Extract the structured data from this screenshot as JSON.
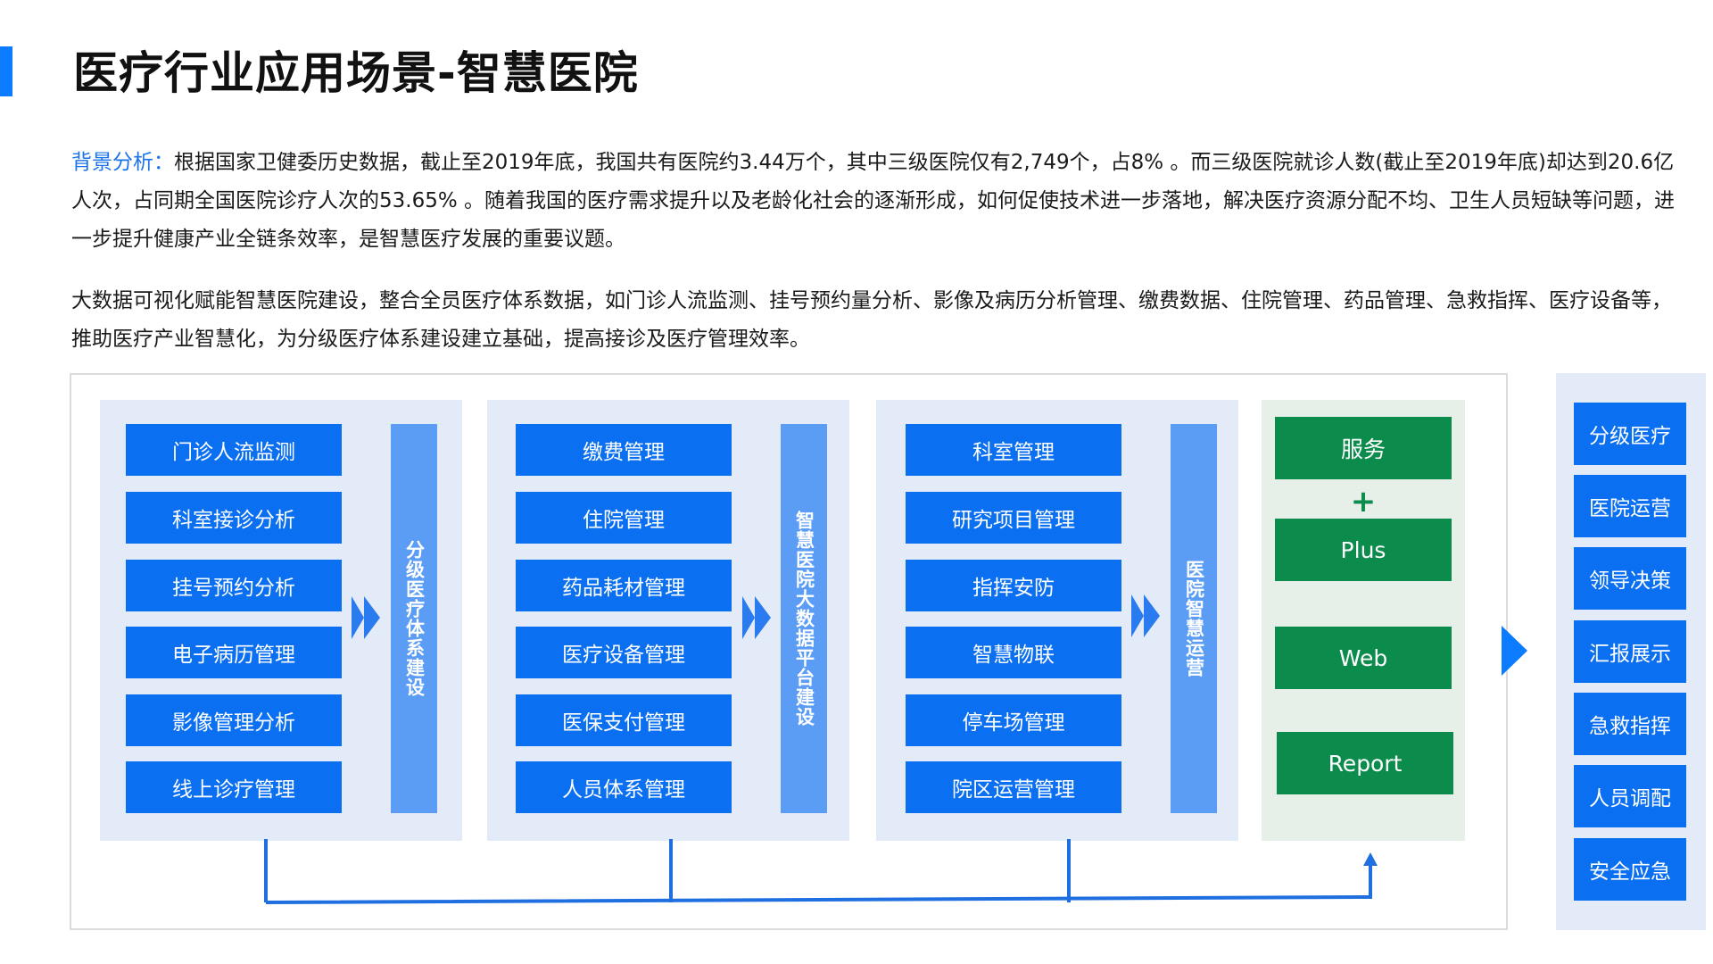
{
  "title": "医疗行业应用场景-智慧医院",
  "background": {
    "label": "背景分析：",
    "text": "根据国家卫健委历史数据，截止至2019年底，我国共有医院约3.44万个，其中三级医院仅有2,749个，占8% 。而三级医院就诊人数(截止至2019年底)却达到20.6亿人次，占同期全国医院诊疗人次的53.65% 。随着我国的医疗需求提升以及老龄化社会的逐渐形成，如何促使技术进一步落地，解决医疗资源分配不均、卫生人员短缺等问题，进一步提升健康产业全链条效率，是智慧医疗发展的重要议题。"
  },
  "summary": "大数据可视化赋能智慧医院建设，整合全员医疗体系数据，如门诊人流监测、挂号预约量分析、影像及病历分析管理、缴费数据、住院管理、药品管理、急救指挥、医疗设备等，推助医疗产业智慧化，为分级医疗体系建设建立基础，提高接诊及医疗管理效率。",
  "groups": [
    {
      "items": [
        "门诊人流监测",
        "科室接诊分析",
        "挂号预约分析",
        "电子病历管理",
        "影像管理分析",
        "线上诊疗管理"
      ],
      "category": "分级医疗体系建设"
    },
    {
      "items": [
        "缴费管理",
        "住院管理",
        "药品耗材管理",
        "医疗设备管理",
        "医保支付管理",
        "人员体系管理"
      ],
      "category": "智慧医院大数据平台建设"
    },
    {
      "items": [
        "科室管理",
        "研究项目管理",
        "指挥安防",
        "智慧物联",
        "停车场管理",
        "院区运营管理"
      ],
      "category": "医院智慧运营"
    }
  ],
  "outputs": {
    "service": "服务",
    "plus_sign": "+",
    "plus": "Plus",
    "web": "Web",
    "report": "Report"
  },
  "benefits": [
    "分级医疗",
    "医院运营",
    "领导决策",
    "汇报展示",
    "急救指挥",
    "人员调配",
    "安全应急"
  ],
  "colors": {
    "accent": "#0b7bff",
    "item_blue": "#0a6ff0",
    "bar_blue": "#5b9cf4",
    "green": "#0c8c4c",
    "panel": "#e3ebf8"
  }
}
